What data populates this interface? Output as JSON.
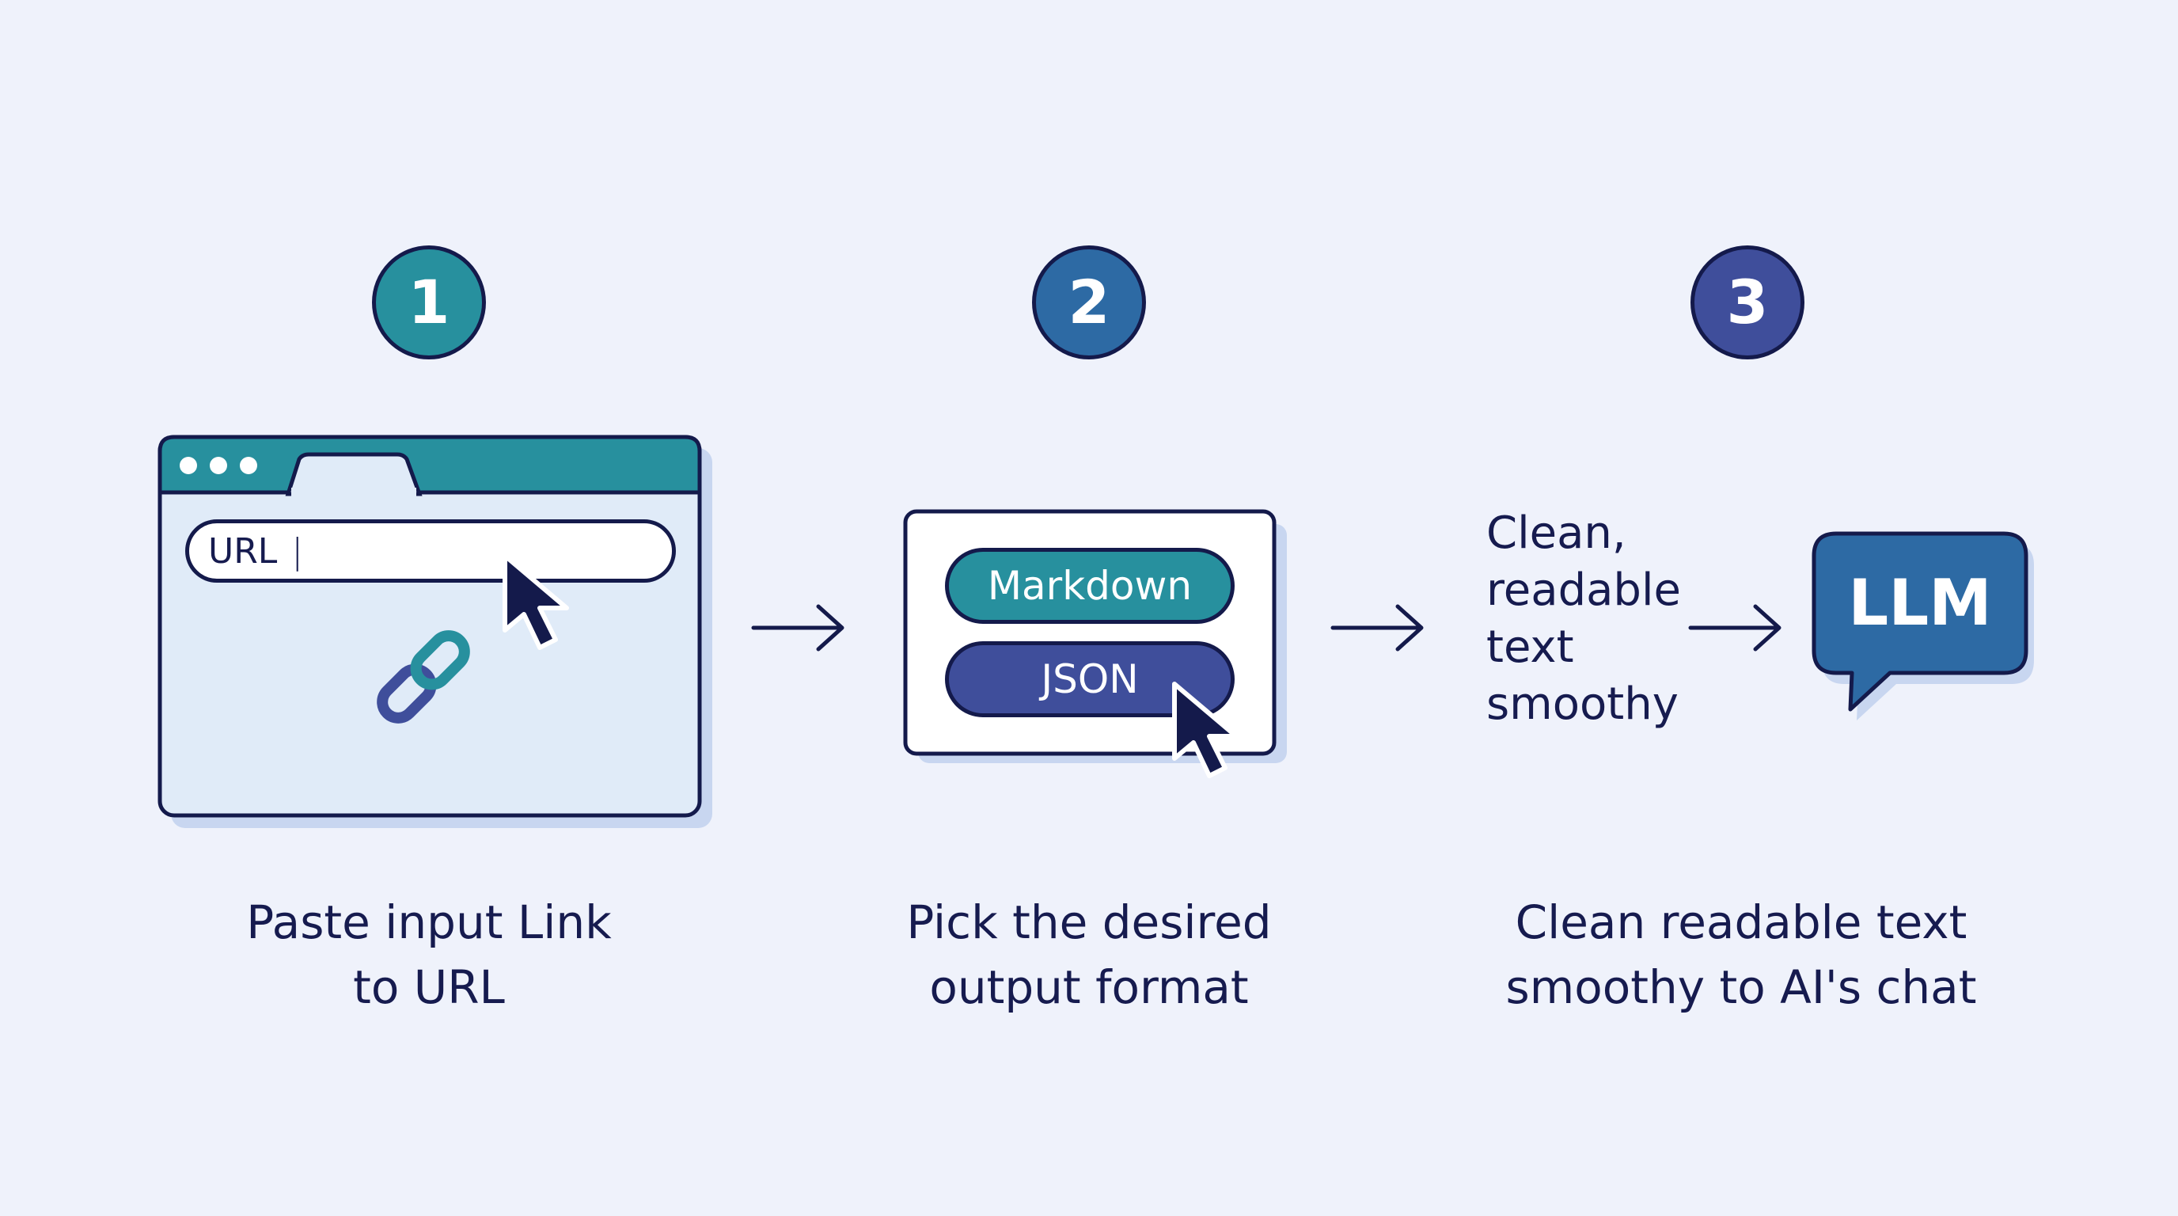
{
  "steps": [
    {
      "number": "1",
      "caption_line1": "Paste input Link",
      "caption_line2": "to URL"
    },
    {
      "number": "2",
      "caption_line1": "Pick the desired",
      "caption_line2": "output format"
    },
    {
      "number": "3",
      "caption_line1": "Clean readable text",
      "caption_line2": "smoothy to AI's chat"
    }
  ],
  "browser": {
    "url_label": "URL",
    "cursor_char": "|"
  },
  "formats": {
    "option1": "Markdown",
    "option2": "JSON"
  },
  "output": {
    "text": "Clean,\nreadable\ntext\nsmoothy",
    "target_label": "LLM"
  },
  "colors": {
    "teal": "#27909e",
    "blue": "#2d6aa4",
    "indigo": "#3f4e9b",
    "navy": "#141a4b",
    "background": "#eff2fb",
    "window_fill": "#e0ebf8"
  },
  "icons": [
    "link-icon",
    "mouse-pointer-icon",
    "arrow-right-icon",
    "chat-bubble-icon"
  ]
}
